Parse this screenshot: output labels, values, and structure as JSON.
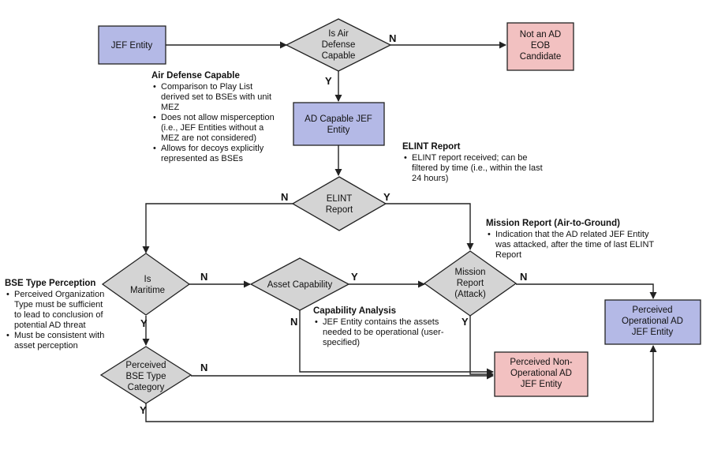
{
  "colors": {
    "entity_fill": "#b4b9e6",
    "terminal_fill": "#f2c1c1",
    "decision_fill": "#d4d4d4",
    "stroke": "#222222"
  },
  "nodes": {
    "jef_entity": [
      "JEF Entity"
    ],
    "is_air_defense_capable": [
      "Is Air",
      "Defense",
      "Capable"
    ],
    "not_ad_eob": [
      "Not an AD",
      "EOB",
      "Candidate"
    ],
    "ad_capable_jef": [
      "AD Capable JEF",
      "Entity"
    ],
    "elint_report": [
      "ELINT",
      "Report"
    ],
    "is_maritime": [
      "Is",
      "Maritime"
    ],
    "asset_capability": [
      "Asset Capability"
    ],
    "mission_report": [
      "Mission",
      "Report",
      "(Attack)"
    ],
    "perceived_operational": [
      "Perceived",
      "Operational AD",
      "JEF Entity"
    ],
    "perceived_bse_type": [
      "Perceived",
      "BSE Type",
      "Category"
    ],
    "perceived_non_operational": [
      "Perceived Non-",
      "Operational AD",
      "JEF Entity"
    ]
  },
  "edge_labels": {
    "air_n": "N",
    "air_y": "Y",
    "elint_n": "N",
    "elint_y": "Y",
    "maritime_n": "N",
    "maritime_y": "Y",
    "asset_y": "Y",
    "asset_n": "N",
    "mission_n": "N",
    "mission_y": "Y",
    "bse_n": "N",
    "bse_y": "Y"
  },
  "notes": {
    "air_defense": {
      "title": "Air Defense Capable",
      "items": [
        "Comparison to Play List derived set to BSEs with unit MEZ",
        "Does not allow misperception (i.e., JEF Entities without a MEZ are not considered)",
        "Allows for decoys explicitly represented as BSEs"
      ]
    },
    "elint": {
      "title": "ELINT Report",
      "items": [
        "ELINT report received; can be filtered by time (i.e., within the last 24 hours)"
      ]
    },
    "mission": {
      "title": "Mission Report (Air-to-Ground)",
      "items": [
        "Indication that the AD related JEF Entity was attacked, after the time of last ELINT Report"
      ]
    },
    "bse_type": {
      "title": "BSE Type Perception",
      "items": [
        "Perceived Organization Type must be sufficient to lead to conclusion of potential AD threat",
        "Must be consistent with asset perception"
      ]
    },
    "capability": {
      "title": "Capability Analysis",
      "items": [
        "JEF Entity contains the assets needed to be operational (user-specified)"
      ]
    }
  }
}
